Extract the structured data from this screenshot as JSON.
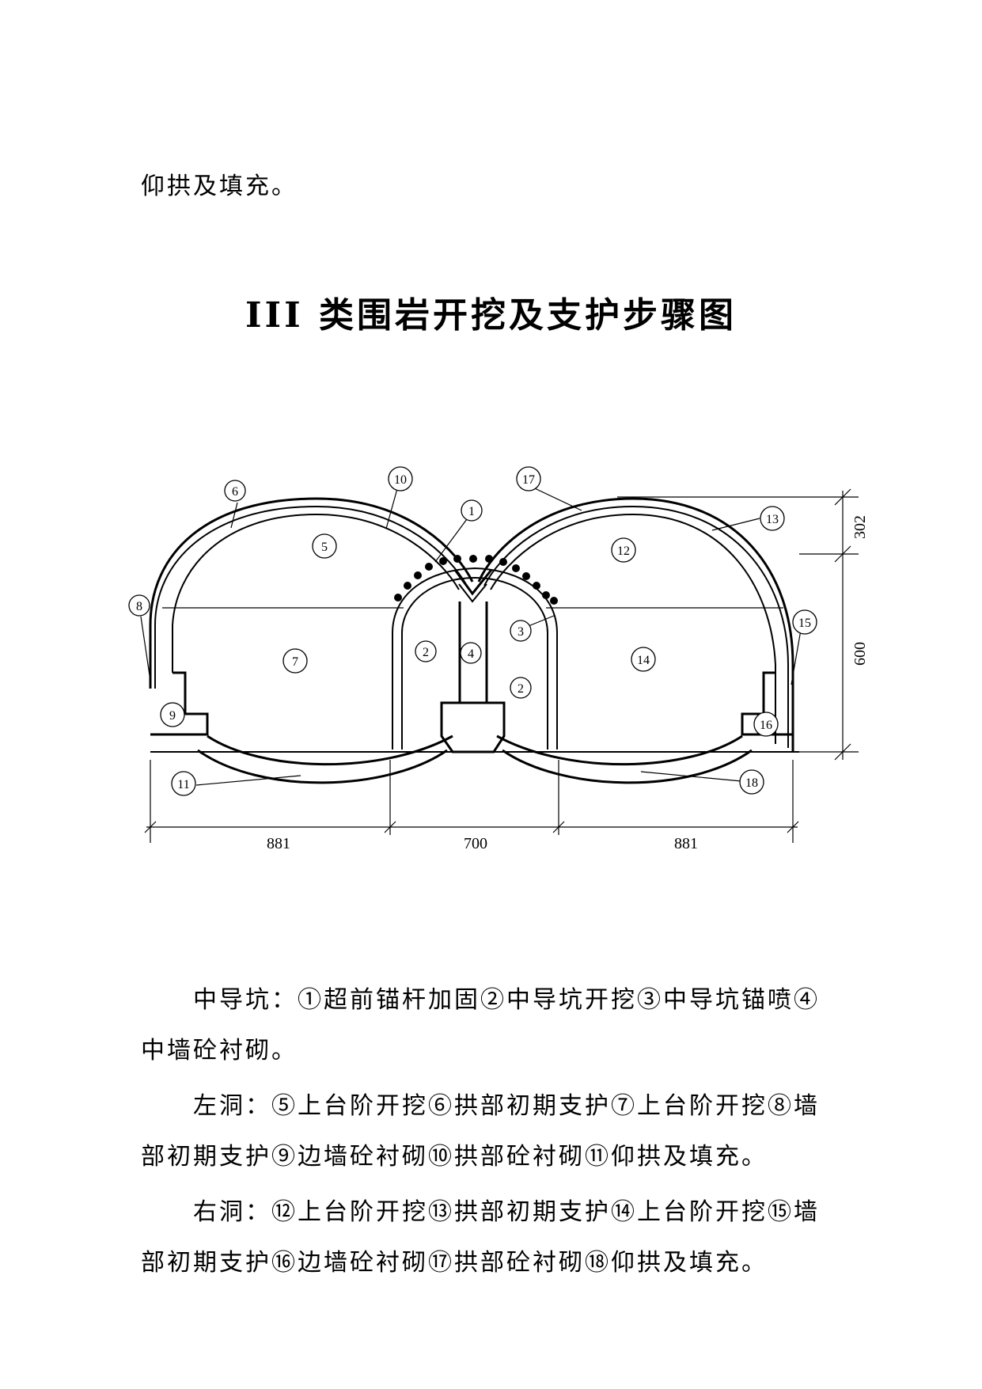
{
  "intro_line": "仰拱及填充。",
  "title": "III 类围岩开挖及支护步骤图",
  "figure": {
    "callouts": [
      "1",
      "2",
      "2",
      "3",
      "4",
      "5",
      "6",
      "7",
      "8",
      "9",
      "10",
      "11",
      "12",
      "13",
      "14",
      "15",
      "16",
      "17",
      "18"
    ],
    "dimensions": {
      "bottom_left": "881",
      "bottom_middle": "700",
      "bottom_right": "881",
      "right_upper": "302",
      "right_lower": "600"
    }
  },
  "paragraphs": {
    "middle_drift": {
      "line1": "中导坑：①超前锚杆加固②中导坑开挖③中导坑锚喷④",
      "line2": "中墙砼衬砌。"
    },
    "left_tunnel": {
      "line1": "左洞：⑤上台阶开挖⑥拱部初期支护⑦上台阶开挖⑧墙",
      "line2": "部初期支护⑨边墙砼衬砌⑩拱部砼衬砌⑪仰拱及填充。"
    },
    "right_tunnel": {
      "line1": "右洞：⑫上台阶开挖⑬拱部初期支护⑭上台阶开挖⑮墙",
      "line2": "部初期支护⑯边墙砼衬砌⑰拱部砼衬砌⑱仰拱及填充。"
    }
  }
}
